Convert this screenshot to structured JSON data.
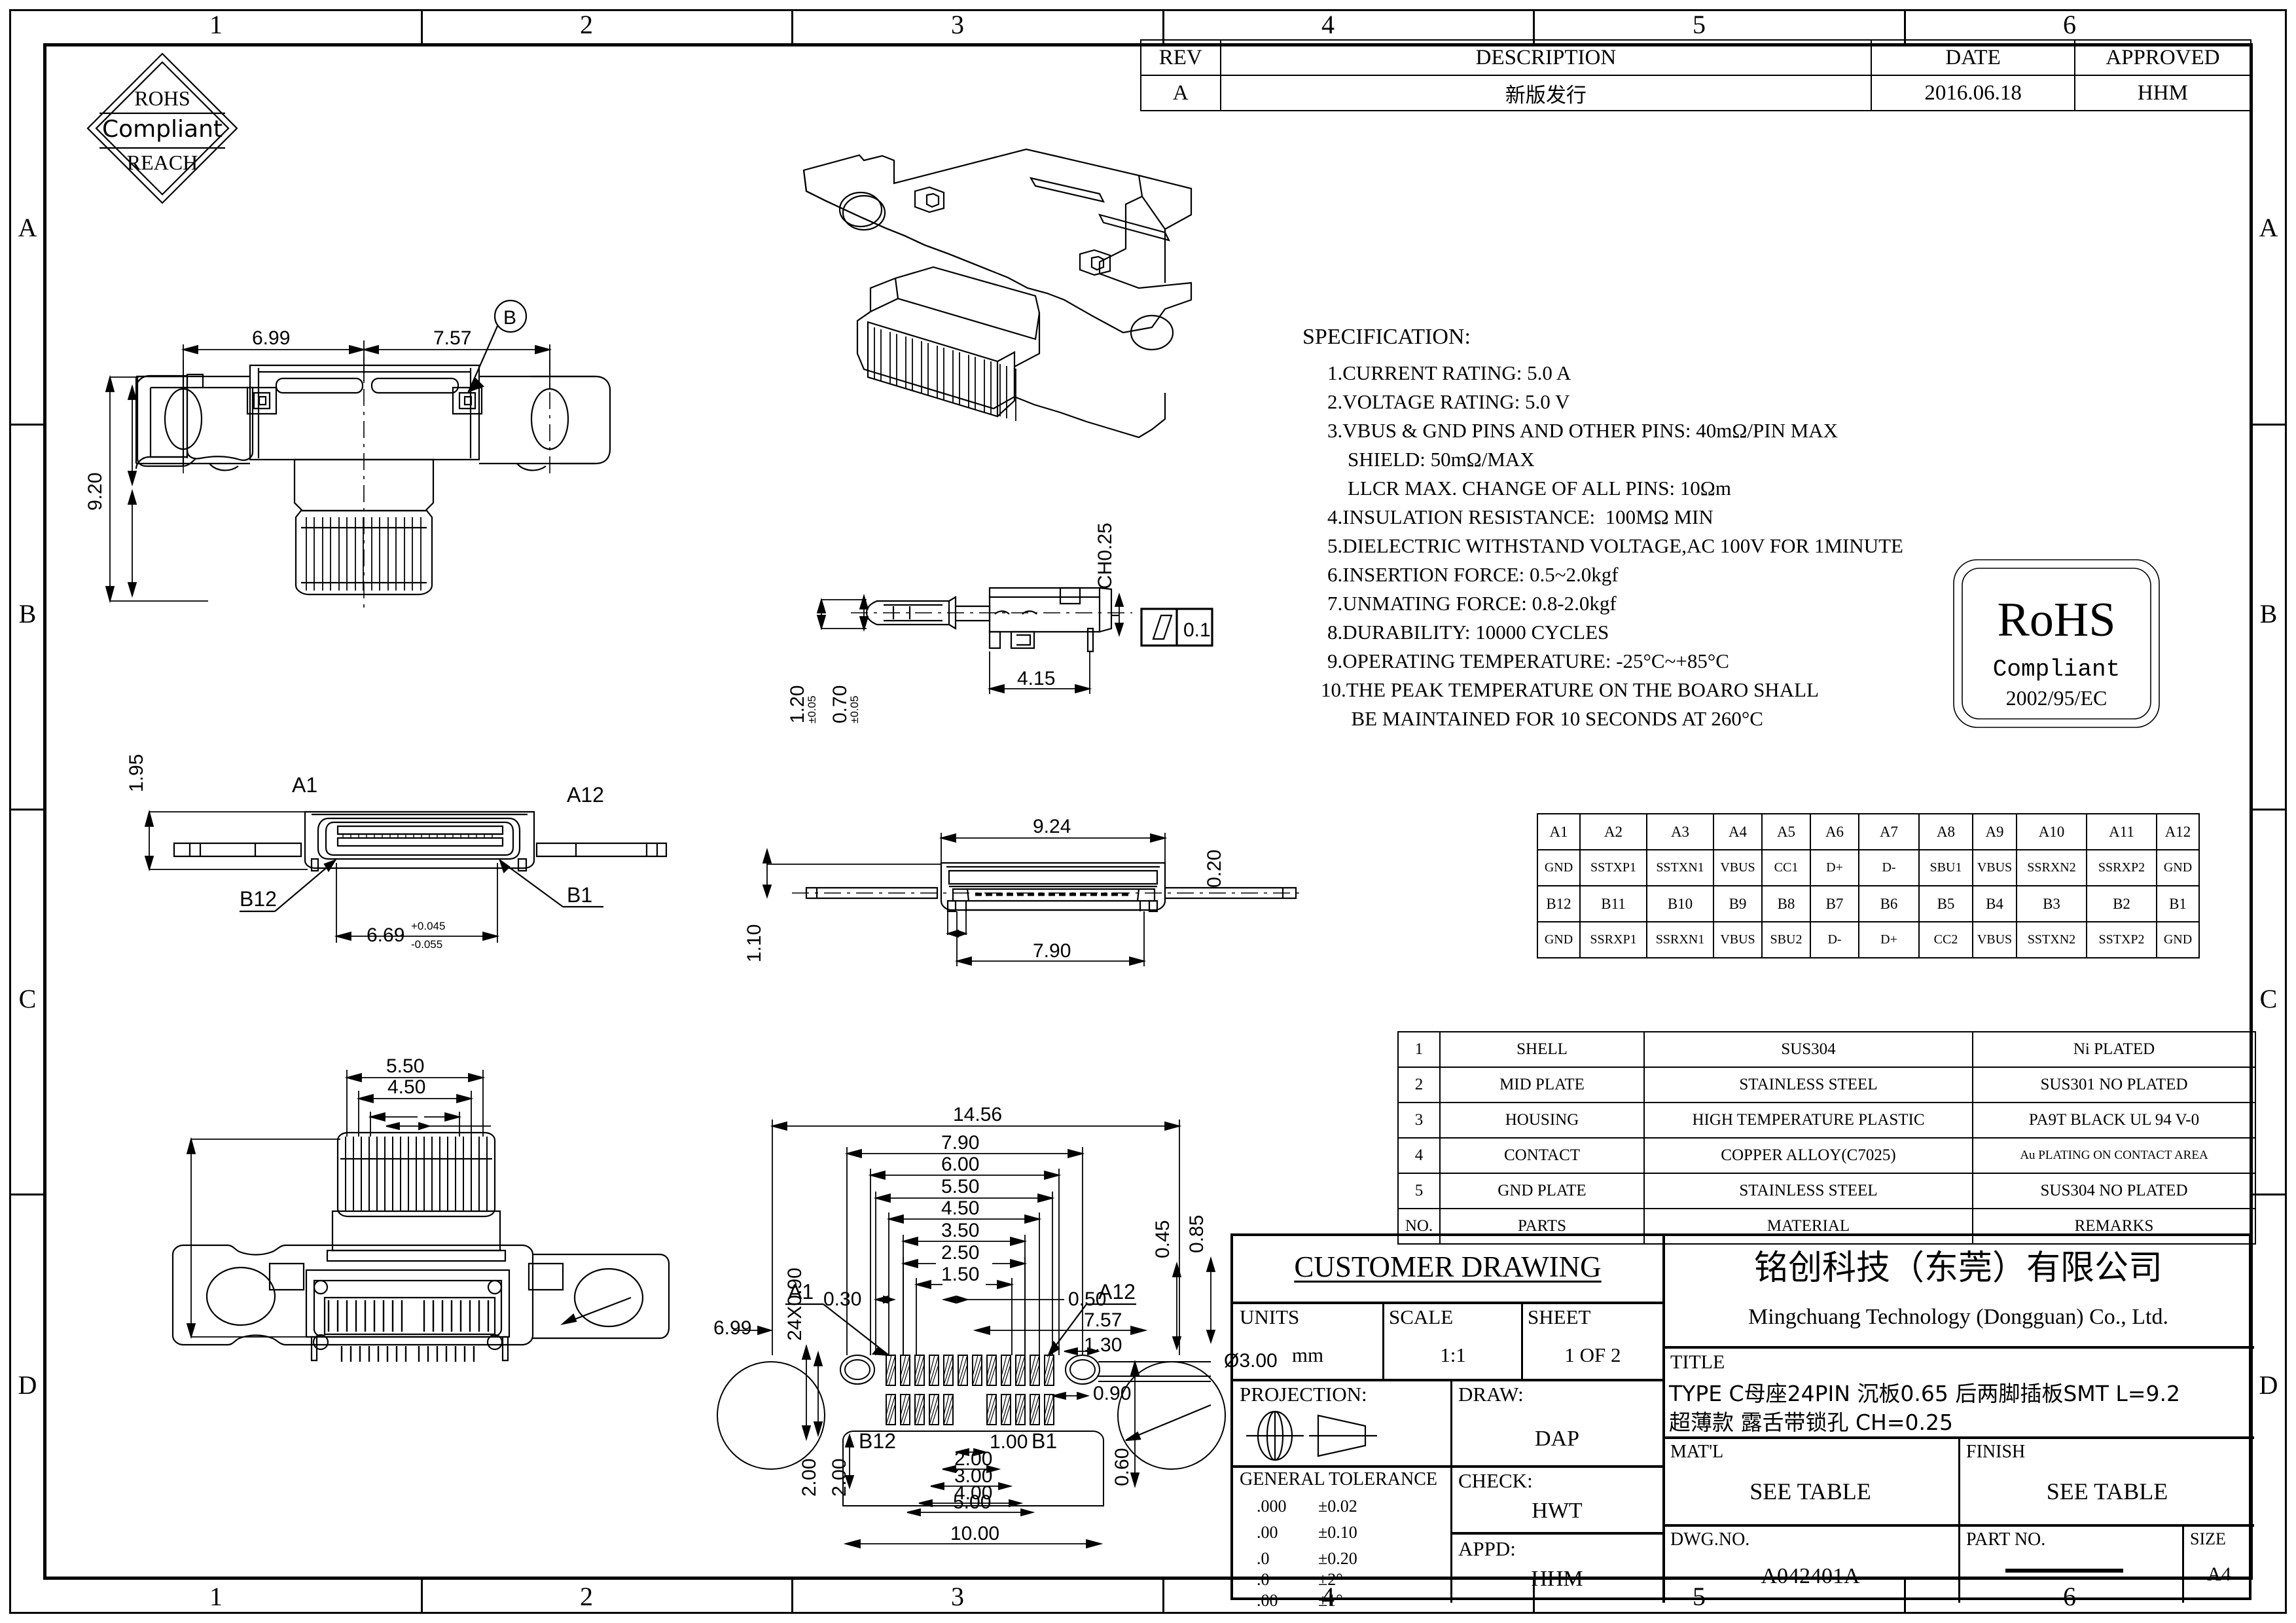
{
  "frame": {
    "columns": [
      "1",
      "2",
      "3",
      "4",
      "5",
      "6"
    ],
    "rows": [
      "A",
      "B",
      "C",
      "D"
    ]
  },
  "rohs_diamond": {
    "line1": "ROHS",
    "line2": "Compliant",
    "line3": "REACH"
  },
  "rohs_box": {
    "line1": "RoHS",
    "line2": "Compliant",
    "line3": "2002/95/EC"
  },
  "revision_table": {
    "headers": [
      "REV",
      "DESCRIPTION",
      "DATE",
      "APPROVED"
    ],
    "rows": [
      {
        "rev": "A",
        "description": "新版发行",
        "date": "2016.06.18",
        "approved": "HHM"
      }
    ]
  },
  "specification": {
    "title": "SPECIFICATION:",
    "items": [
      "1.CURRENT RATING: 5.0 A",
      "2.VOLTAGE RATING: 5.0 V",
      "3.VBUS & GND PINS AND OTHER PINS: 40mΩ/PIN MAX",
      "    SHIELD: 50mΩ/MAX",
      "    LLCR MAX. CHANGE OF ALL PINS: 10Ωm",
      "4.INSULATION RESISTANCE:  100MΩ MIN",
      "5.DIELECTRIC WITHSTAND VOLTAGE,AC 100V FOR 1MINUTE",
      "6.INSERTION FORCE: 0.5~2.0kgf",
      "7.UNMATING FORCE: 0.8-2.0kgf",
      "8.DURABILITY: 10000 CYCLES",
      "9.OPERATING TEMPERATURE: -25°C~+85°C",
      "10.THE PEAK TEMPERATURE ON THE BOARO SHALL",
      "      BE MAINTAINED FOR 10 SECONDS AT 260°C"
    ]
  },
  "pin_table": {
    "row_a_ids": [
      "A1",
      "A2",
      "A3",
      "A4",
      "A5",
      "A6",
      "A7",
      "A8",
      "A9",
      "A10",
      "A11",
      "A12"
    ],
    "row_a_signals": [
      "GND",
      "SSTXP1",
      "SSTXN1",
      "VBUS",
      "CC1",
      "D+",
      "D-",
      "SBU1",
      "VBUS",
      "SSRXN2",
      "SSRXP2",
      "GND"
    ],
    "row_b_ids": [
      "B12",
      "B11",
      "B10",
      "B9",
      "B8",
      "B7",
      "B6",
      "B5",
      "B4",
      "B3",
      "B2",
      "B1"
    ],
    "row_b_signals": [
      "GND",
      "SSRXP1",
      "SSRXN1",
      "VBUS",
      "SBU2",
      "D-",
      "D+",
      "CC2",
      "VBUS",
      "SSTXN2",
      "SSTXP2",
      "GND"
    ]
  },
  "material_table": {
    "rows": [
      {
        "no": "1",
        "part": "SHELL",
        "material": "SUS304",
        "remarks": "Ni PLATED"
      },
      {
        "no": "2",
        "part": "MID PLATE",
        "material": "STAINLESS STEEL",
        "remarks": "SUS301 NO PLATED"
      },
      {
        "no": "3",
        "part": "HOUSING",
        "material": "HIGH TEMPERATURE PLASTIC",
        "remarks": "PA9T BLACK UL 94 V-0"
      },
      {
        "no": "4",
        "part": "CONTACT",
        "material": "COPPER ALLOY(C7025)",
        "remarks": "Au PLATING ON CONTACT AREA"
      },
      {
        "no": "5",
        "part": "GND PLATE",
        "material": "STAINLESS STEEL",
        "remarks": "SUS304 NO PLATED"
      }
    ],
    "footer": {
      "no": "NO.",
      "part": "PARTS",
      "material": "MATERIAL",
      "remarks": "REMARKS"
    }
  },
  "title_block": {
    "customer_drawing": "CUSTOMER DRAWING",
    "units_label": "UNITS",
    "units_value": "mm",
    "scale_label": "SCALE",
    "scale_value": "1:1",
    "sheet_label": "SHEET",
    "sheet_value": "1 OF 2",
    "projection_label": "PROJECTION:",
    "draw_label": "DRAW:",
    "draw_value": "DAP",
    "check_label": "CHECK:",
    "check_value": "HWT",
    "appd_label": "APPD:",
    "appd_value": "HHM",
    "tolerance_title": "GENERAL TOLERANCE",
    "tolerances": [
      {
        "places": ".000",
        "value": "±0.02"
      },
      {
        "places": ".00",
        "value": "±0.10"
      },
      {
        "places": ".0",
        "value": "±0.20"
      },
      {
        "places": ".0",
        "value": "±2°"
      },
      {
        "places": ".00",
        "value": "±1°"
      }
    ],
    "company_cn": "铭创科技（东莞）有限公司",
    "company_en": "Mingchuang Technology (Dongguan) Co., Ltd.",
    "title_label": "TITLE",
    "title_line1": "TYPE C母座24PIN 沉板0.65 后两脚插板SMT L=9.2",
    "title_line2": "超薄款 露舌带锁孔 CH=0.25",
    "matl_label": "MAT'L",
    "matl_value": "SEE TABLE",
    "finish_label": "FINISH",
    "finish_value": "SEE TABLE",
    "dwg_no_label": "DWG.NO.",
    "dwg_no_value": "A042401A",
    "part_no_label": "PART NO.",
    "part_no_value": "",
    "size_label": "SIZE",
    "size_value": "A4"
  },
  "views": {
    "front_view": {
      "dims": [
        "6.99",
        "7.57",
        "9.20"
      ],
      "detail_balloon": "B"
    },
    "side_detail_view": {
      "dims": [
        "1.20±0.05",
        "0.70±0.05",
        "4.15",
        "CH0.25"
      ],
      "gdt_symbol": "parallelogram",
      "gdt_value": "0.1"
    },
    "top_section_view": {
      "dims": [
        "1.95",
        "6.69+0.045/-0.055"
      ],
      "pin_labels": [
        "A1",
        "A12",
        "B12",
        "B1"
      ]
    },
    "section_view": {
      "dims": [
        "9.24",
        "7.90",
        "1.10",
        "0.20"
      ]
    },
    "bottom_left_view": {
      "dims": [
        "5.50",
        "4.50"
      ]
    },
    "pcb_layout": {
      "dims": [
        "14.56",
        "7.90",
        "6.00",
        "5.50",
        "4.50",
        "3.50",
        "2.50",
        "1.50",
        "0.30",
        "0.50",
        "24X0.90",
        "6.99",
        "7.57",
        "1.30",
        "0.90",
        "0.45",
        "0.85",
        "Ø3.00",
        "1.00",
        "2.00",
        "3.00",
        "4.00",
        "5.00",
        "10.00",
        "2.00",
        "0.60"
      ],
      "pin_labels": [
        "A1",
        "A12",
        "B12",
        "B1"
      ]
    }
  }
}
